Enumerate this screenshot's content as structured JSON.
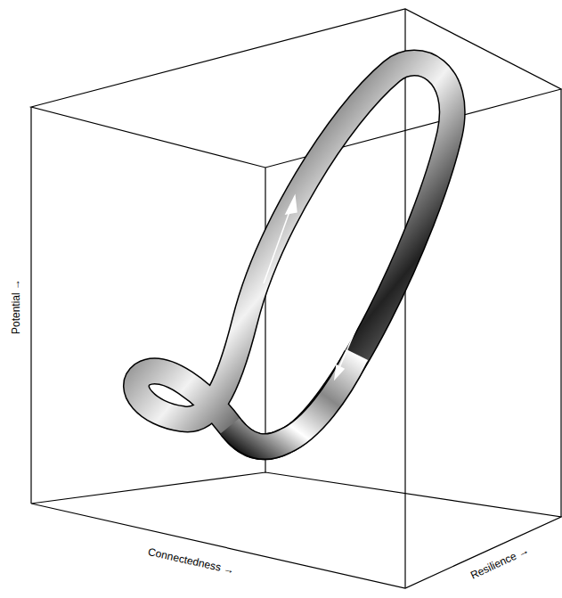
{
  "diagram": {
    "labels": [
      "Potential →",
      "Connectedness →",
      "Resilience →"
    ]
  }
}
